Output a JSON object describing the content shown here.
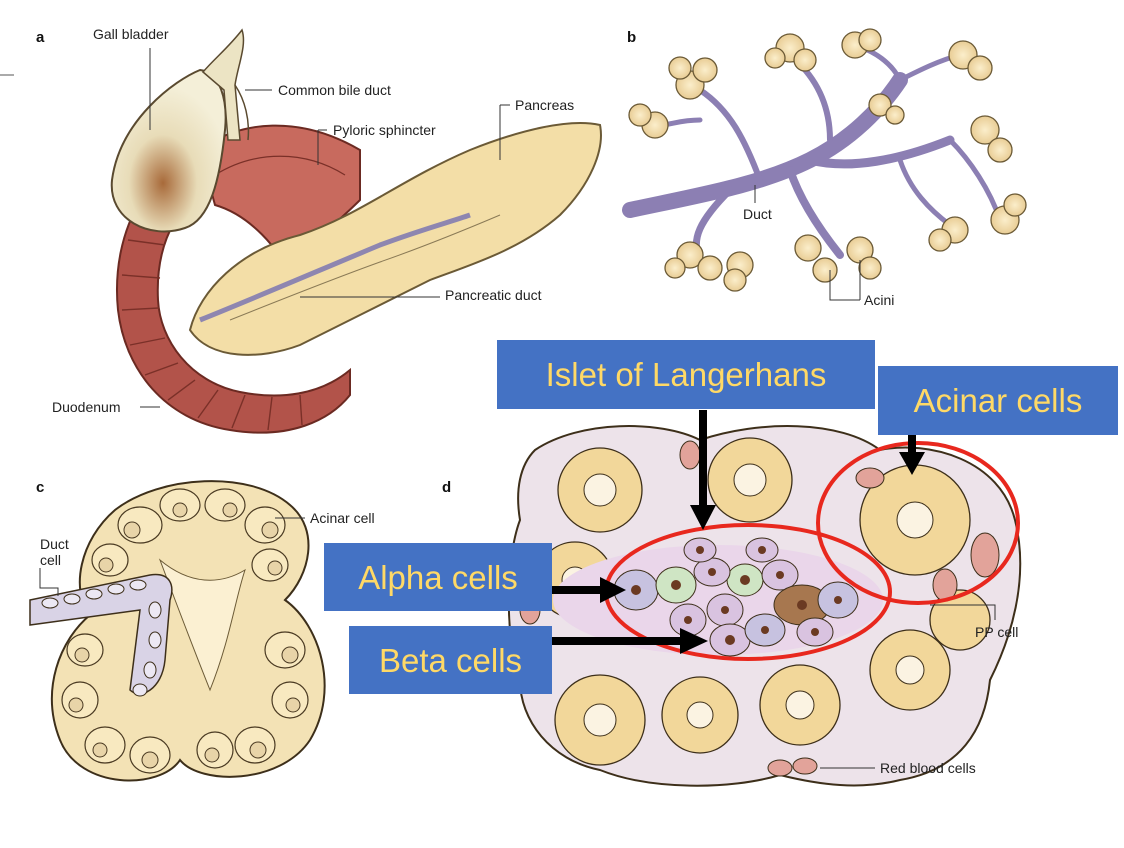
{
  "panels": {
    "a": {
      "letter": "a",
      "labels": {
        "gall_bladder": "Gall bladder",
        "common_bile_duct": "Common bile duct",
        "pyloric_sphincter": "Pyloric sphincter",
        "pancreas": "Pancreas",
        "pancreatic_duct": "Pancreatic duct",
        "duodenum": "Duodenum"
      }
    },
    "b": {
      "letter": "b",
      "labels": {
        "duct": "Duct",
        "acini": "Acini"
      }
    },
    "c": {
      "letter": "c",
      "labels": {
        "acinar_cell": "Acinar cell",
        "duct_cell_line1": "Duct",
        "duct_cell_line2": "cell"
      }
    },
    "d": {
      "letter": "d",
      "labels": {
        "pp_cell": "PP cell",
        "red_blood_cells": "Red blood cells"
      }
    }
  },
  "callouts": {
    "islet": "Islet of Langerhans",
    "acinar": "Acinar cells",
    "alpha": "Alpha cells",
    "beta": "Beta cells"
  },
  "colors": {
    "callout_bg": "#4472c4",
    "callout_text": "#ffd966",
    "highlight_ring": "#e8281e",
    "arrow": "#000000",
    "acinar_tan": "#f2d79a",
    "duodenum_red": "#b2534a",
    "duct_purple": "#a79ac7",
    "alpha_green": "#cfe5c4",
    "beta_lilac": "#d9c3e0",
    "delta_brown": "#a7774f"
  }
}
